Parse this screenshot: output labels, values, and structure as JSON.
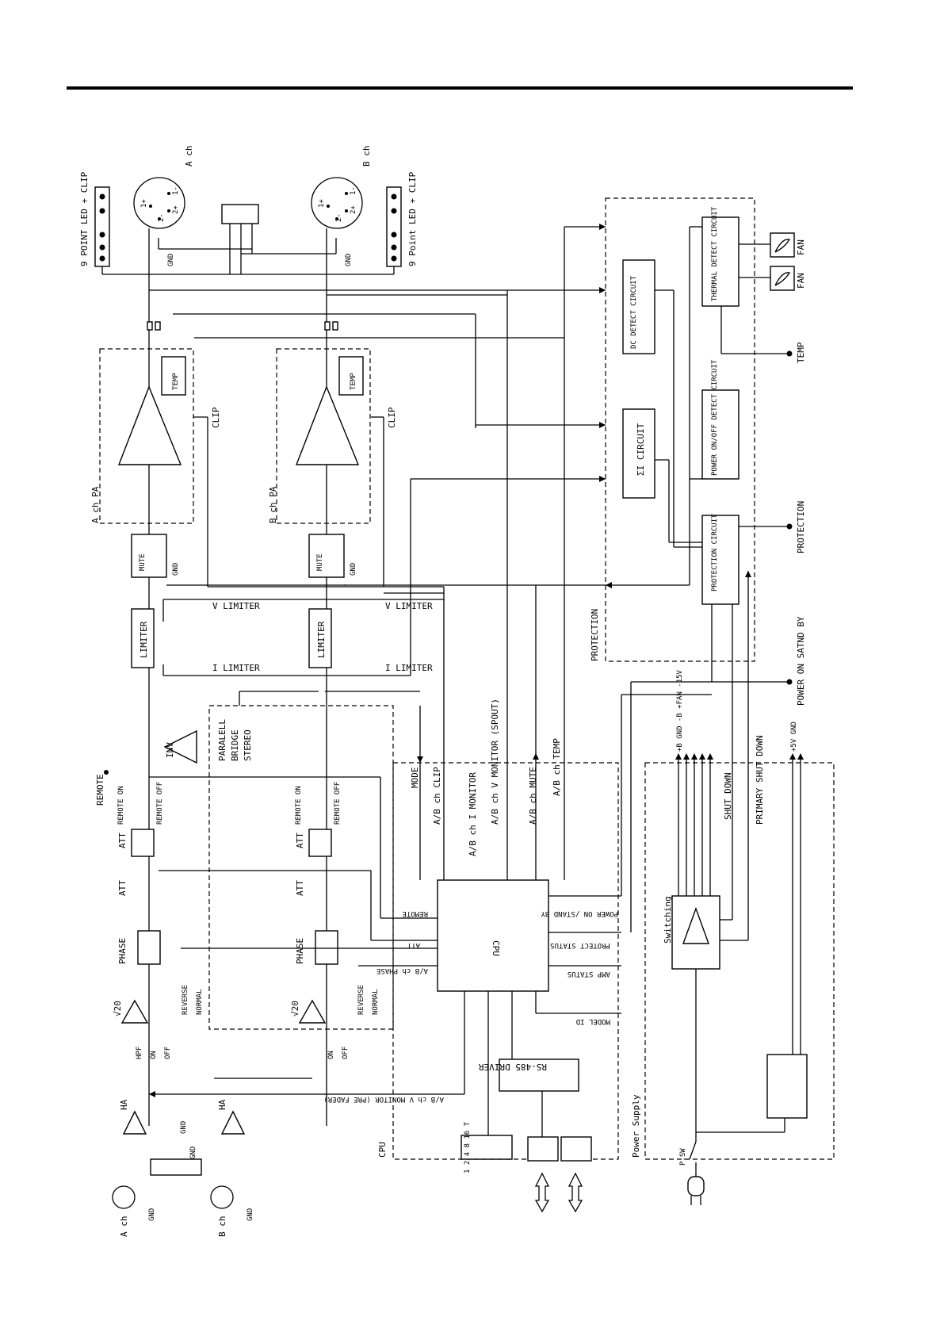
{
  "diagram": {
    "labels": {
      "ach": "A ch",
      "bch": "B ch",
      "ach_in": "A ch",
      "bch_in": "B ch",
      "led_a": "9 POINT LED + CLIP",
      "led_b": "9 Point LED + CLIP",
      "ha": "HA",
      "hpf": "HPF",
      "on": "ON",
      "off": "OFF",
      "root20": "√20",
      "phase": "PHASE",
      "reverse": "REVERSE",
      "normal": "NORMAL",
      "att": "ATT",
      "remote": "REMOTE",
      "remote_on": "REMOTE ON",
      "remote_off": "REMOTE OFF",
      "inv": "INV",
      "parallel": "PARALELL",
      "bridge": "BRIDGE",
      "stereo": "STEREO",
      "limiter": "LIMITER",
      "i_limiter": "I LIMITER",
      "v_limiter": "V LIMITER",
      "mute": "MUTE",
      "a_pa": "A ch PA",
      "b_pa": "B ch PA",
      "clip": "CLIP",
      "temp": "TEMP",
      "gnd": "GND",
      "cpu": "CPU",
      "cpu_section": "CPU",
      "mode": "MODE",
      "ab_clip": "A/B ch CLIP",
      "ab_imon": "A/B ch I MONITOR",
      "ab_vmon": "A/B ch V MONITOR (SPOUT)",
      "ab_mute": "A/B ch MUTE",
      "ab_temp": "A/B ch TEMP",
      "remote_in": "REMOTE",
      "att_in": "ATT",
      "ab_phase": "A/B ch PHASE",
      "vmon_pre": "A/B ch V MONITOR (PRE FADER)",
      "power_on_standby": "POWER ON /STAND BY",
      "protect_status": "PROTECT STATUS",
      "amp_status": "AMP STATUS",
      "model_id": "MODEL ID",
      "rs485": "RS-485 DRIVER",
      "dip": "1 2 4 8 16 T",
      "protection_section": "PROTECTION",
      "dc_detect": "DC DETECT CIRCUIT",
      "sigma_i": "ΣI CIRCUIT",
      "thermal": "THERMAL DETECT CIRCUIT",
      "power_detect": "POWER ON/OFF DETECT CIRCUIT",
      "protection_circuit": "PROTECTION CIRCUIT",
      "fan": "FAN",
      "temp_out": "TEMP",
      "protection_out": "PROTECTION",
      "power_on_out": "POWER ON SATND BY",
      "power_supply": "Power Supply",
      "switching": "Switching",
      "shut_down": "SHUT DOWN",
      "primary_shut_down": "PRIMARY SHUT DOWN",
      "psw": "P.SW",
      "rails": "+B GND -B +FAN -15V",
      "rails2": "+5V GND"
    }
  }
}
